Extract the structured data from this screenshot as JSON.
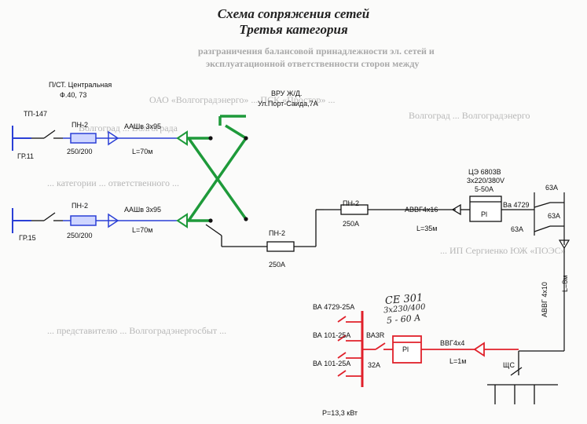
{
  "header": {
    "title": "Схема сопряжения сетей",
    "subtitle": "Третья категория"
  },
  "background_text": {
    "line1": "разграничения балансовой принадлежности эл. сетей и",
    "line2": "эксплуатационной ответственности сторон между",
    "line3": "ОАО «Волгоградэнерго» ... ПСК «Простор» ...",
    "line4": "Волгоград ... Волгоградэнерго",
    "line5": "Волгоград ... Волгограда",
    "line6": "... категории ... ответственного ...",
    "line7": "... ИП Сергиенко ЮЖ «ПОЭС»",
    "line8": "... представителю ... Волгоградэнергосбыт ..."
  },
  "diagram": {
    "source": {
      "substation": "П/СТ. Центральная",
      "feeder": "Ф.40, 73",
      "tp": "ТП-147"
    },
    "line_top": {
      "group": "ГР.11",
      "fuse": "ПН-2",
      "fuse_rating": "250/200",
      "cable": "ААШв 3х95",
      "length": "L=70м"
    },
    "line_bottom": {
      "group": "ГР.15",
      "fuse": "ПН-2",
      "fuse_rating": "250/200",
      "cable": "ААШв 3х95",
      "length": "L=70м"
    },
    "consumer": {
      "name": "ВРУ Ж/Д.",
      "address": "Ул.Порт-Саида,7А"
    },
    "vru_fuse": {
      "type": "ПН-2",
      "rating": "250А"
    },
    "main_fuse": {
      "type": "ПН-2",
      "rating": "250А"
    },
    "cable_avvg": {
      "type": "АВВГ4х16",
      "length": "L=35м"
    },
    "meter": {
      "model": "ЦЭ 6803В",
      "spec1": "3х220/380V",
      "spec2": "5-50А",
      "symbol": "Pl"
    },
    "breaker_panel": {
      "top": "63А",
      "type": "Ва 4729",
      "rating_a": "63А",
      "rating_b": "63А"
    },
    "riser_cable": {
      "type": "АВВГ 4х10",
      "length": "L=8м"
    },
    "shield": "ЩС",
    "new_consumer": {
      "meter_note_1": "CE 301",
      "meter_note_2": "3х230/400",
      "meter_note_3": "5 - 60 A",
      "meter_symbol": "Pl",
      "cable": "ВВГ4х4",
      "cable_length": "L=1м",
      "breakers": [
        "ВА 4729-25А",
        "ВА 101-25А",
        "ВА 101-25А"
      ],
      "main_breaker": "ВА3R",
      "main_breaker_rating": "32А",
      "power": "Р=13,3 кВт"
    }
  },
  "colors": {
    "ink": "#111111",
    "fuse_blue": "#2a3fd6",
    "link_green": "#1e9a3a",
    "new_red": "#e0202a"
  }
}
